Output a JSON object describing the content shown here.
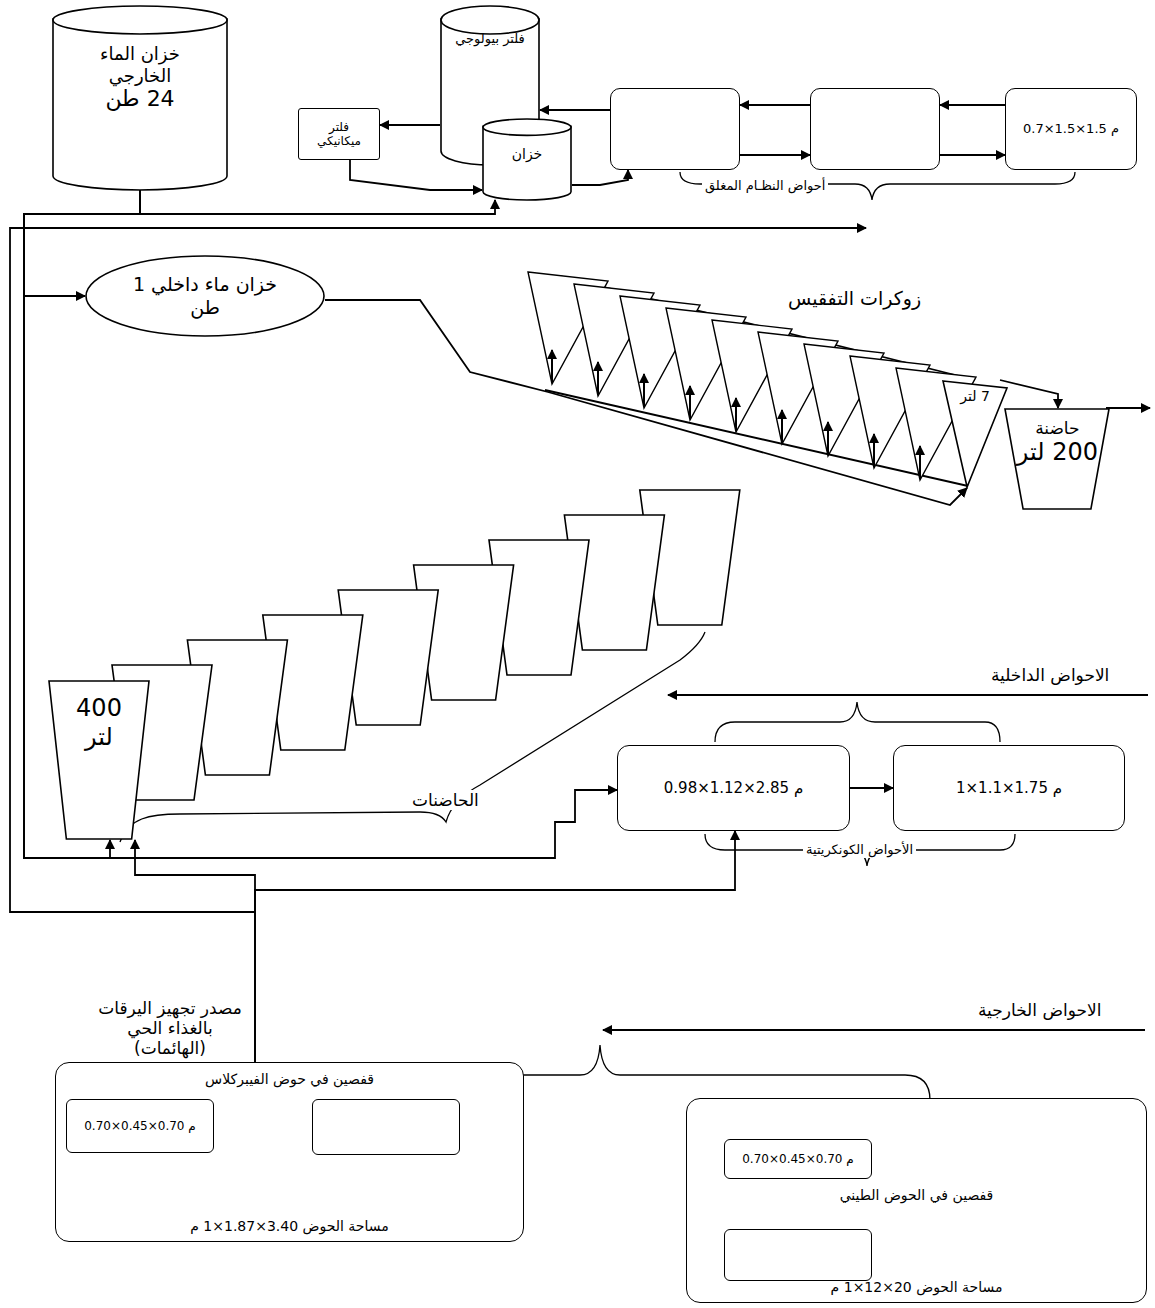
{
  "diagram": {
    "nodes": [
      {
        "text": [
          "خزان الماء الخارجي",
          "24 طن"
        ]
      },
      {
        "text": [
          "فلتر بيولوجي"
        ]
      },
      {
        "text": [
          "فلتر ميكانيكي"
        ]
      },
      {
        "text": [
          "خزان"
        ]
      },
      {
        "text": []
      },
      {
        "text": []
      },
      {
        "text": [
          "0.7×1.5×1.5 م"
        ]
      },
      {
        "text": [
          "خزان ماء داخلي 1 طن"
        ]
      },
      {
        "text": [
          "7 لتر"
        ]
      },
      {
        "text": [
          "حاضنة",
          "200 لتر"
        ]
      },
      {
        "text": [
          "400 لتر"
        ]
      },
      {
        "text": [
          "0.98×1.12×2.85 م"
        ]
      },
      {
        "text": [
          "1×1.1×1.75 م"
        ]
      },
      {
        "text": [
          "قفصين في حوض الفيبركلاس",
          "مساحة الحوض 3.40×1.87×1 م"
        ]
      },
      {
        "text": [
          "0.70×0.45×0.70 م"
        ],
        "in": 13
      },
      {
        "text": [],
        "in": 13
      },
      {
        "text": [
          "قفصين في الحوض الطيني",
          "مساحة الحوض 20×12×1 م"
        ]
      },
      {
        "text": [
          "0.70×0.45×0.70 م"
        ],
        "in": 16
      },
      {
        "text": [],
        "in": 16
      }
    ],
    "edges": [
      {
        "from": 6,
        "to": 5,
        "arrow": "to"
      },
      {
        "from": 5,
        "to": 4,
        "arrow": "to"
      },
      {
        "from": 4,
        "to": 1,
        "arrow": "to"
      },
      {
        "from": 1,
        "to": 2,
        "arrow": "to"
      },
      {
        "from": 2,
        "to": 3,
        "arrow": "to"
      },
      {
        "from": 3,
        "to": 4,
        "arrow": "to"
      },
      {
        "from": 4,
        "to": 5,
        "arrow": "to"
      },
      {
        "from": 5,
        "to": 6,
        "arrow": "to"
      },
      {
        "from": 0,
        "to": 3,
        "arrow": "to"
      },
      {
        "from": 0,
        "to": 7,
        "arrow": "to"
      },
      {
        "from": 7,
        "to": 8,
        "arrow": "to"
      },
      {
        "from": 8,
        "to": 9,
        "arrow": "to"
      },
      {
        "from": 0,
        "to": 10,
        "arrow": "to"
      },
      {
        "from": 0,
        "to": 11,
        "arrow": "to"
      },
      {
        "from": 11,
        "to": 12,
        "arrow": "to"
      },
      {
        "from": 13,
        "to": 10,
        "arrow": "to"
      },
      {
        "from": 13,
        "to": 11,
        "arrow": "to"
      }
    ],
    "labels": [
      "أحواض النظـام المغلق",
      "زوكرات التفقيس",
      "الحاضنات",
      "الاحواض الداخلية",
      "الأحواض الكونكريتية",
      "مصدر تجهيز اليرقات بالغذاء الحي (الهائمات)",
      "الاحواض الخارجية"
    ]
  }
}
